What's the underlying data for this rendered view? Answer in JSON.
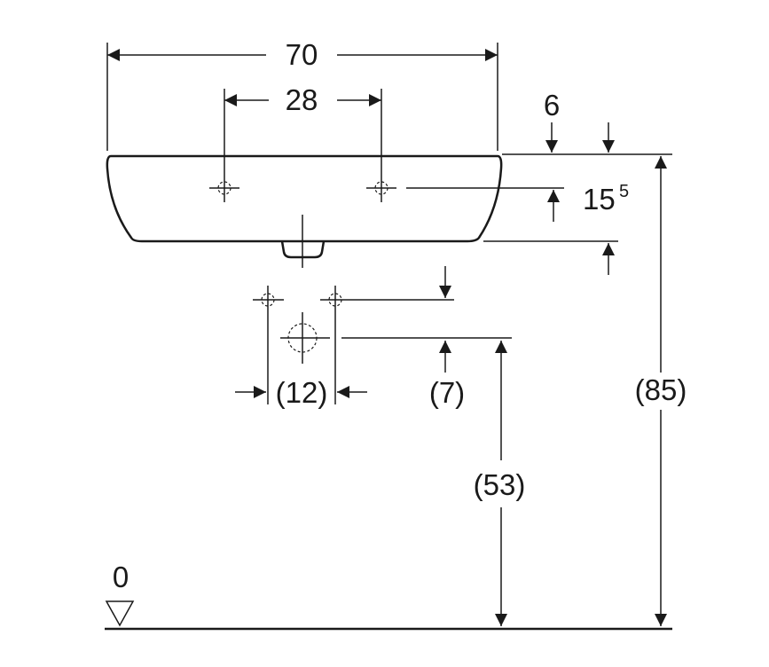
{
  "dimensions": {
    "overall_width": "70",
    "tap_hole_spacing": "28",
    "top_offset": "6",
    "tap_hole_height_main": "15",
    "tap_hole_height_sup": "5",
    "waste_spacing": "(12)",
    "waste_offset": "(7)",
    "waste_height": "(53)",
    "rim_height": "(85)",
    "floor_level": "0"
  },
  "colors": {
    "line": "#1a1a1a",
    "background": "#ffffff"
  }
}
